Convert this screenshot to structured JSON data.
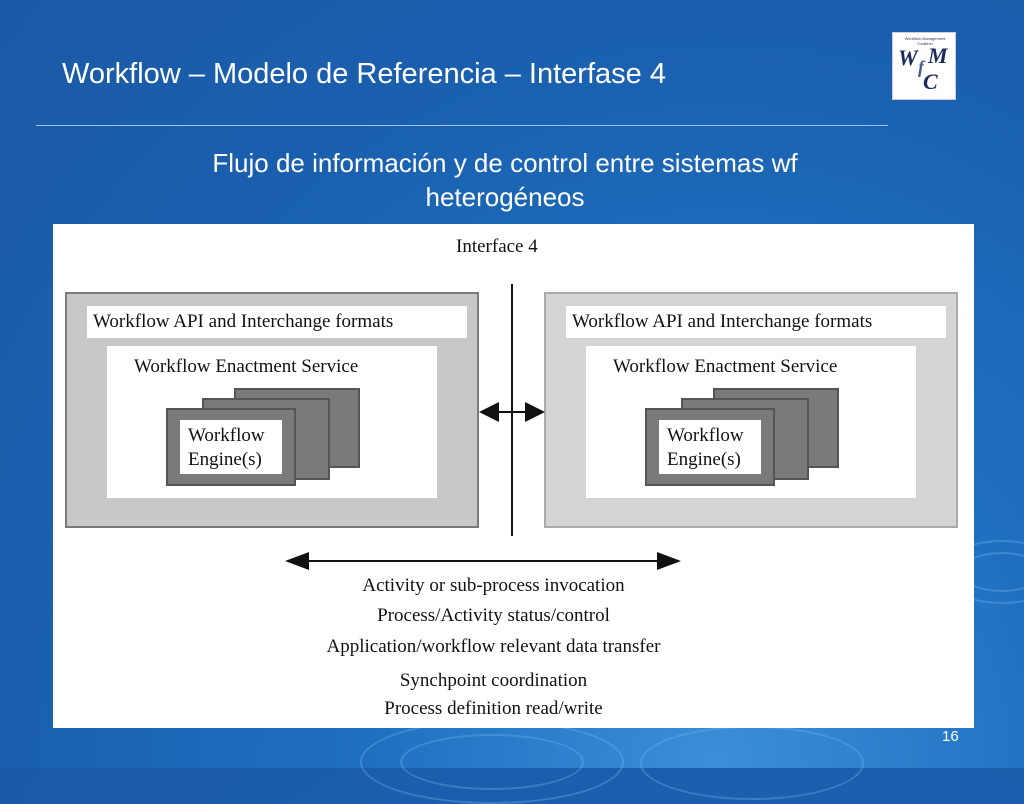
{
  "slide": {
    "title": "Workflow – Modelo de Referencia – Interfase 4",
    "subtitle_line1": "Flujo de información y de control entre sistemas wf",
    "subtitle_line2": "heterogéneos",
    "page_number": "16"
  },
  "logo": {
    "caption": "Workflow Management Coalition",
    "letters": [
      "W",
      "f",
      "M",
      "C"
    ]
  },
  "diagram": {
    "interface_label": "Interface 4",
    "left": {
      "api_label": "Workflow API and Interchange formats",
      "enactment_label": "Workflow Enactment Service",
      "engine_line1": "Workflow",
      "engine_line2": "Engine(s)"
    },
    "right": {
      "api_label": "Workflow API and Interchange formats",
      "enactment_label": "Workflow Enactment Service",
      "engine_line1": "Workflow",
      "engine_line2": "Engine(s)"
    },
    "flows": [
      "Activity or sub-process invocation",
      "Process/Activity status/control",
      "Application/workflow relevant data transfer",
      "Synchpoint coordination",
      "Process definition read/write"
    ]
  }
}
